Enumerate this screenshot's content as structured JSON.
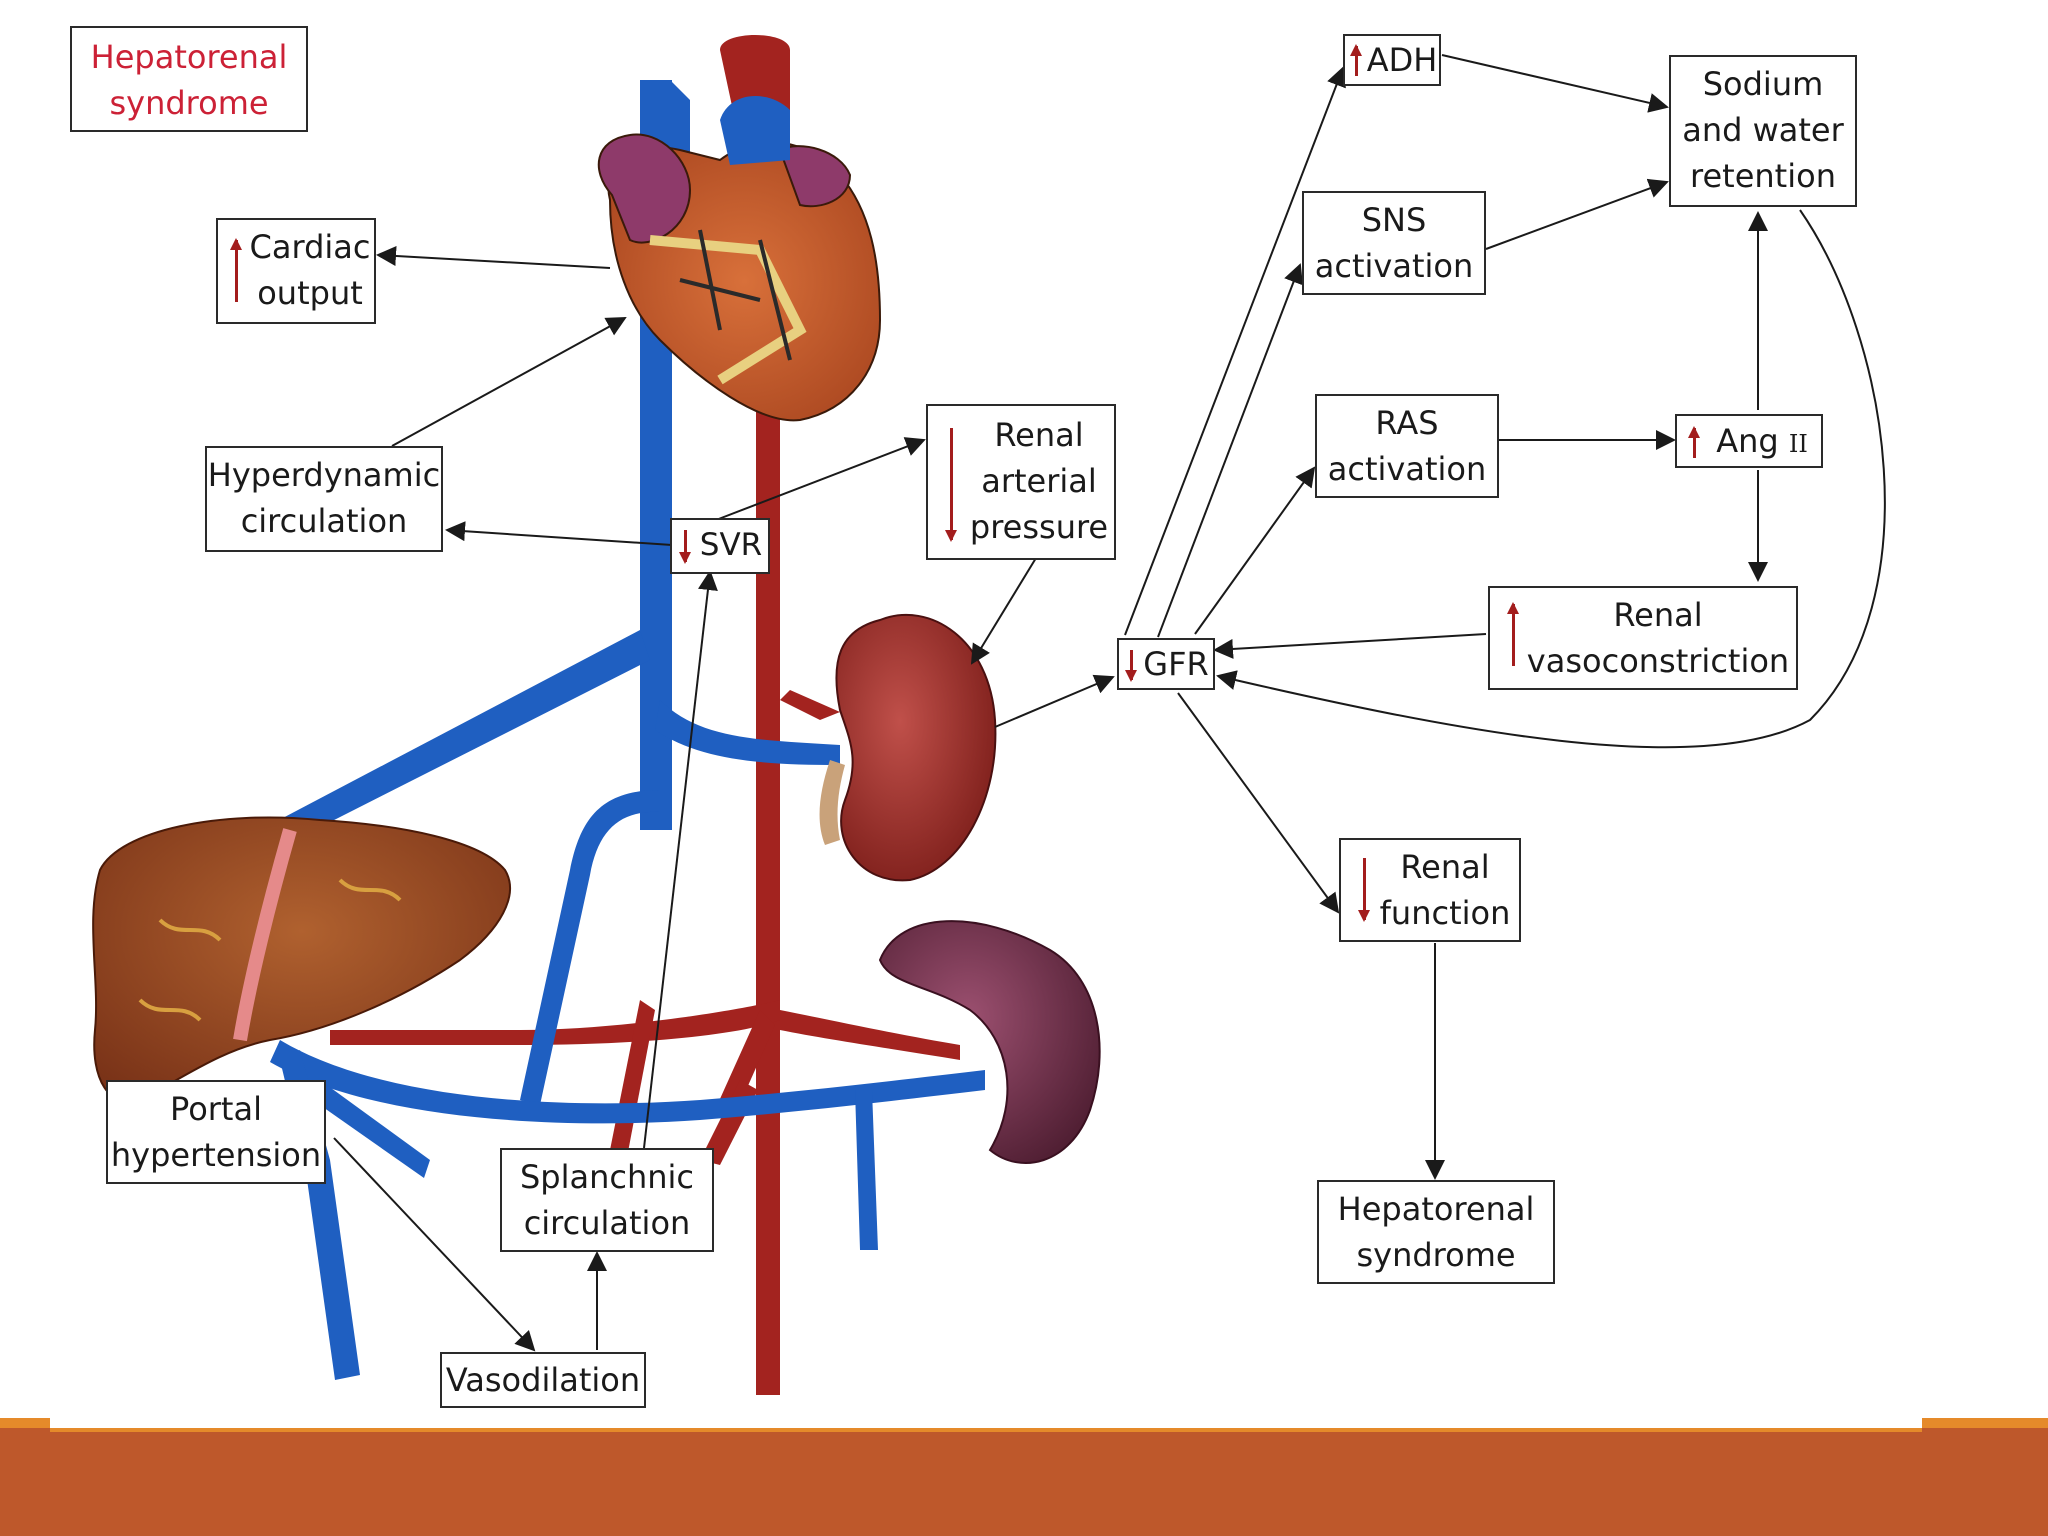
{
  "diagram_title": "Hepatorenal\nsyndrome",
  "nodes": {
    "cardiac_output": "Cardiac\noutput",
    "hyperdynamic": "Hyperdynamic\ncirculation",
    "svr": "SVR",
    "renal_arterial_pressure": "Renal\narterial\npressure",
    "portal_hypertension": "Portal\nhypertension",
    "splanchnic": "Splanchnic\ncirculation",
    "vasodilation": "Vasodilation",
    "adh": "ADH",
    "sns": "SNS\nactivation",
    "sodium_water": "Sodium\nand water\nretention",
    "ras": "RAS\nactivation",
    "ang2": "Ang ",
    "ang2_suffix": "II",
    "renal_vasoconstriction": "Renal\nvasoconstriction",
    "gfr": "GFR",
    "renal_function": "Renal\nfunction",
    "hepatorenal_outcome": "Hepatorenal\nsyndrome"
  },
  "colors": {
    "accent_red": "#a31d1d",
    "title_red": "#cc2136",
    "vein_blue": "#1f5fc1",
    "artery_red": "#a3231f",
    "footer": "#be582b",
    "footer_line": "#e58a2a"
  }
}
